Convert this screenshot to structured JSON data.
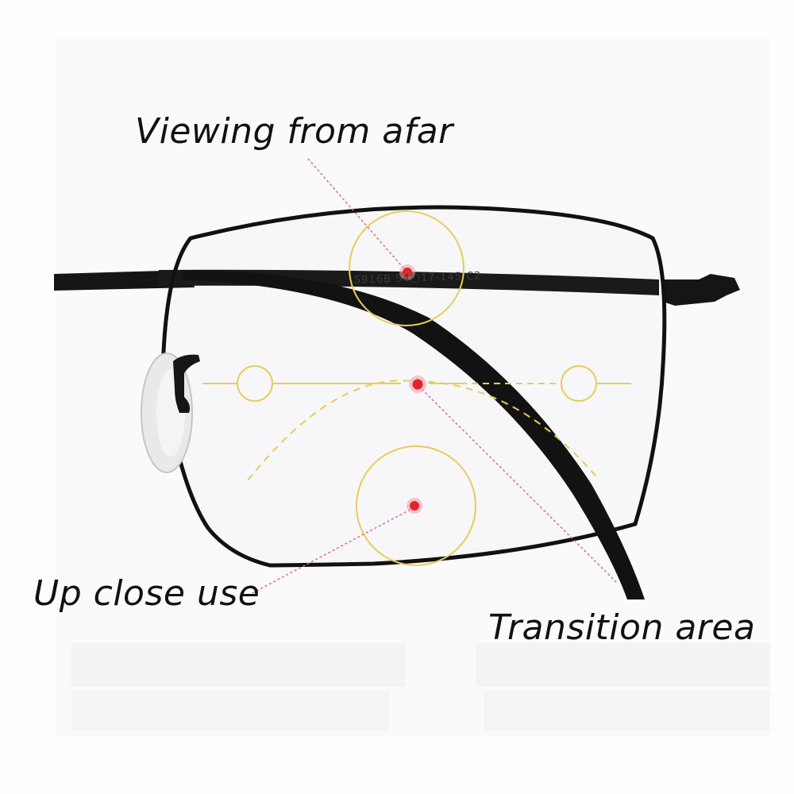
{
  "labels": {
    "far": "Viewing from afar",
    "near": "Up close use",
    "transition": "Transition area"
  },
  "frame_marking": "5916B 54□17-145 C2",
  "colors": {
    "frame": "#111111",
    "zone_outline": "#e8cc5a",
    "focus_dot": "#e0242b",
    "leader_line": "#e06a78",
    "lens_tint": "#f7f7fa"
  }
}
